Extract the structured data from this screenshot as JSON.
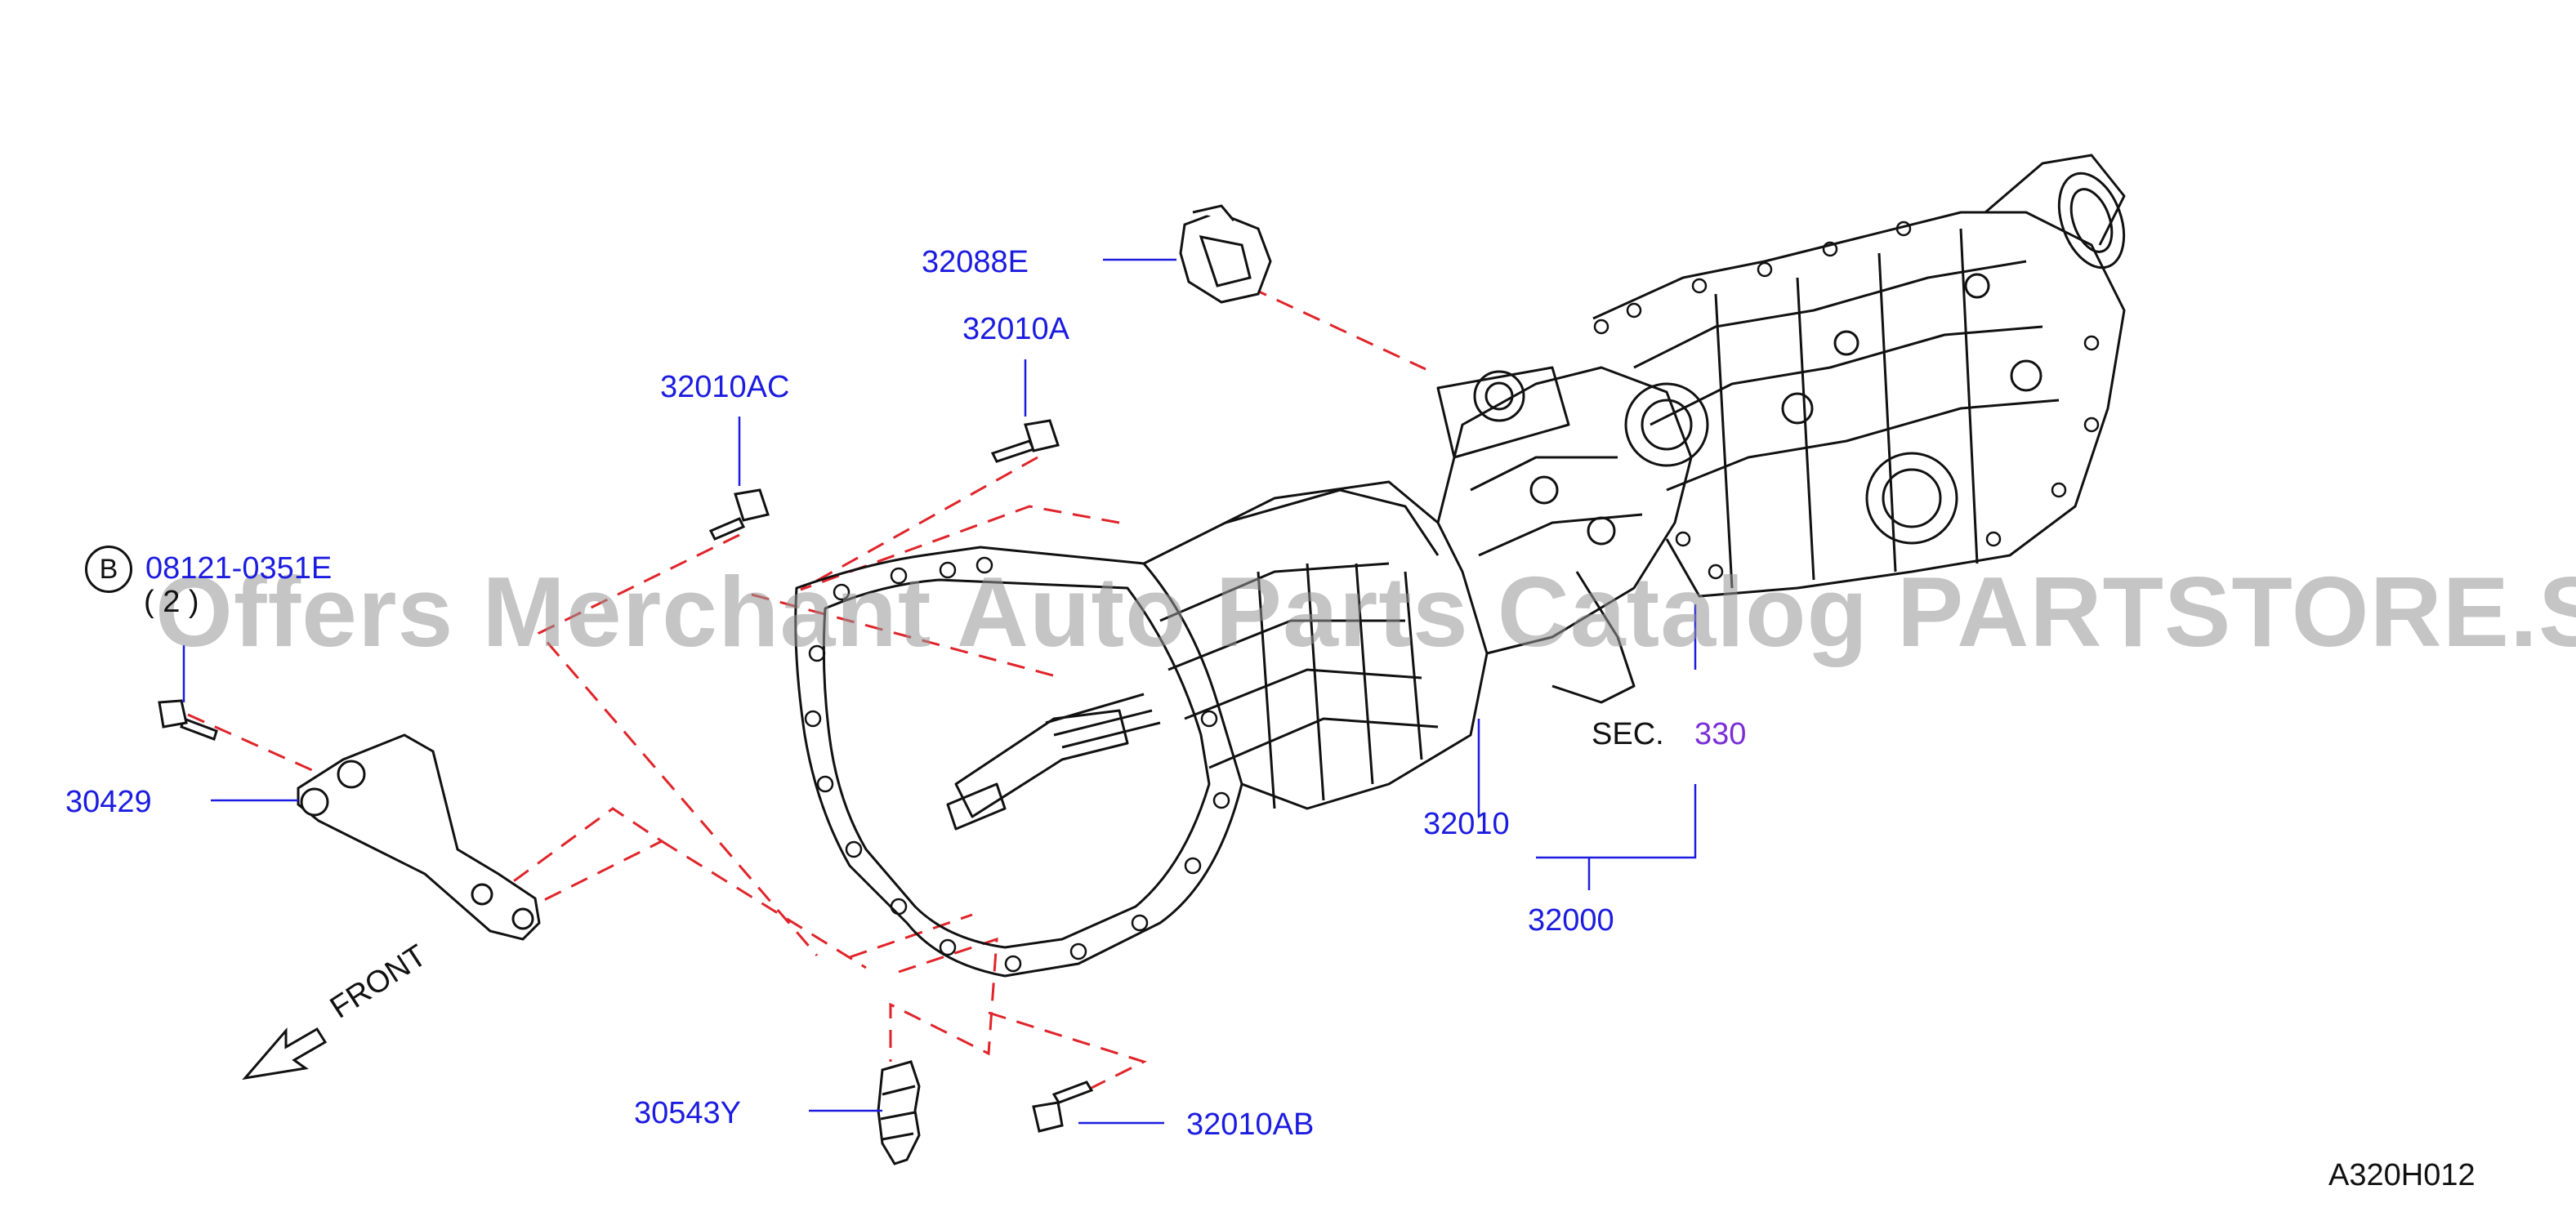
{
  "diagram": {
    "watermark": "Offers Merchant Auto Parts Catalog PARTSTORE.SA",
    "drawing_code": "A320H012",
    "front_label": "FRONT",
    "section_prefix": "SEC.",
    "section_number": "330",
    "circle_letter": "B",
    "quantity": "( 2 )",
    "callouts": {
      "p32088E": "32088E",
      "p32010A": "32010A",
      "p32010AC": "32010AC",
      "p08121": "08121-0351E",
      "p30429": "30429",
      "p32010": "32010",
      "p32000": "32000",
      "p30543Y": "30543Y",
      "p32010AB": "32010AB"
    },
    "colors": {
      "callout_text": "#1c1ce0",
      "section_link": "#7a2fd6",
      "dashed_guides": "#e0242a",
      "line_art": "#111111"
    }
  }
}
